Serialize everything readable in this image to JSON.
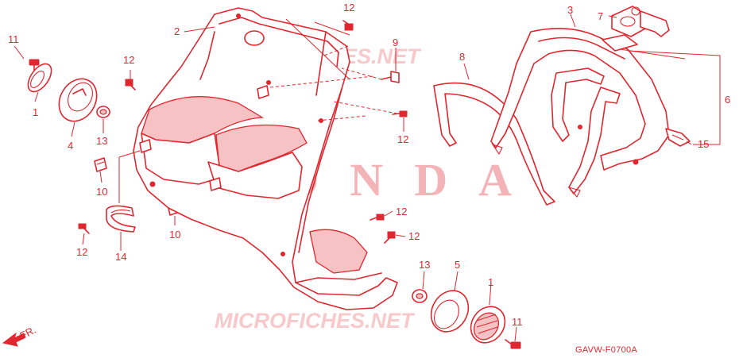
{
  "diagram": {
    "code": "GAVW-F0700A",
    "front_label": "FR.",
    "watermarks": {
      "top": "MICROFICHES.NET",
      "bottom": "MICROFICHES.NET",
      "brand": "HONDA"
    },
    "callouts": [
      {
        "id": "c11a",
        "text": "11"
      },
      {
        "id": "c1a",
        "text": "1"
      },
      {
        "id": "c4",
        "text": "4"
      },
      {
        "id": "c12a",
        "text": "12"
      },
      {
        "id": "c13a",
        "text": "13"
      },
      {
        "id": "c10a",
        "text": "10"
      },
      {
        "id": "c12b",
        "text": "12"
      },
      {
        "id": "c14",
        "text": "14"
      },
      {
        "id": "c10b",
        "text": "10"
      },
      {
        "id": "c2",
        "text": "2"
      },
      {
        "id": "c12c",
        "text": "12"
      },
      {
        "id": "c9",
        "text": "9"
      },
      {
        "id": "c12d",
        "text": "12"
      },
      {
        "id": "c12e",
        "text": "12"
      },
      {
        "id": "c12f",
        "text": "12"
      },
      {
        "id": "c8",
        "text": "8"
      },
      {
        "id": "c3",
        "text": "3"
      },
      {
        "id": "c7",
        "text": "7"
      },
      {
        "id": "c6",
        "text": "6"
      },
      {
        "id": "c15",
        "text": "15"
      },
      {
        "id": "c13b",
        "text": "13"
      },
      {
        "id": "c5",
        "text": "5"
      },
      {
        "id": "c1b",
        "text": "1"
      },
      {
        "id": "c11b",
        "text": "11"
      }
    ]
  }
}
